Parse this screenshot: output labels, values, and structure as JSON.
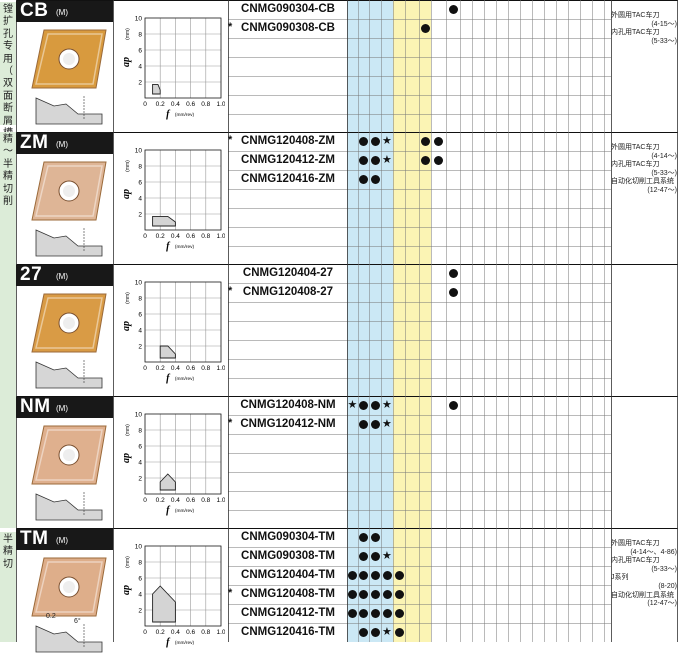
{
  "side_labels": [
    {
      "text": "镗扩孔专用（双面断屑槽）",
      "top": 2,
      "height": 123
    },
    {
      "text": "精～半精切削",
      "top": 132,
      "height": 396
    },
    {
      "text": "半精切",
      "top": 532,
      "height": 110
    }
  ],
  "chart_axis": {
    "ylabel": "ap",
    "yunit": "(mm)",
    "xlabel": "f",
    "xunit": "(mm/rev)",
    "yticks": [
      "2",
      "4",
      "6",
      "8",
      "10"
    ],
    "xticks": [
      "0",
      "0.2",
      "0.4",
      "0.6",
      "0.8",
      "1.0"
    ]
  },
  "sections": [
    {
      "code": "CB",
      "mark": "(M)",
      "insert_color": "#d89a3e",
      "models": [
        {
          "name": "CNMG090304-CB",
          "ast": "",
          "marks": [
            [
              "dot",
              7
            ]
          ],
          "tag": ""
        },
        {
          "name": "CNMG090308-CB",
          "ast": "*",
          "marks": [
            [
              "dot",
              5
            ]
          ],
          "tag": ""
        }
      ],
      "refs": [
        {
          "text": "外圆用TAC车刀",
          "align": "l"
        },
        {
          "text": "(4-15～)",
          "align": "r"
        },
        {
          "text": "内孔用TAC车刀",
          "align": "l"
        },
        {
          "text": "(5-33～)",
          "align": "r"
        }
      ],
      "area": [
        [
          0.1,
          1.7
        ],
        [
          0.1,
          0.5
        ],
        [
          0.2,
          0.5
        ],
        [
          0.2,
          1.0
        ],
        [
          0.17,
          1.7
        ]
      ]
    },
    {
      "code": "ZM",
      "mark": "(M)",
      "insert_color": "#deb596",
      "models": [
        {
          "name": "CNMG120408-ZM",
          "ast": "*",
          "marks": [
            [
              "dot",
              0
            ],
            [
              "dot",
              1
            ],
            [
              "star",
              2
            ],
            [
              "dot",
              5
            ],
            [
              "dot",
              6
            ]
          ],
          "tag": ""
        },
        {
          "name": "CNMG120412-ZM",
          "ast": "",
          "marks": [
            [
              "dot",
              0
            ],
            [
              "dot",
              1
            ],
            [
              "star",
              2
            ],
            [
              "dot",
              5
            ],
            [
              "dot",
              6
            ]
          ],
          "tag": ""
        },
        {
          "name": "CNMG120416-ZM",
          "ast": "",
          "marks": [
            [
              "dot",
              0
            ],
            [
              "dot",
              1
            ]
          ],
          "tag": ""
        }
      ],
      "refs": [
        {
          "text": "外圆用TAC车刀",
          "align": "l"
        },
        {
          "text": "(4-14～)",
          "align": "r"
        },
        {
          "text": "内孔用TAC车刀",
          "align": "l"
        },
        {
          "text": "(5-33～)",
          "align": "r"
        },
        {
          "text": "自动化切削工具系统",
          "align": "l"
        },
        {
          "text": "(12-47～)",
          "align": "r"
        }
      ],
      "area": [
        [
          0.1,
          1.7
        ],
        [
          0.1,
          0.5
        ],
        [
          0.4,
          0.5
        ],
        [
          0.4,
          1.0
        ],
        [
          0.3,
          1.7
        ]
      ]
    },
    {
      "code": "27",
      "mark": "(M)",
      "insert_color": "#d99b45",
      "models": [
        {
          "name": "CNMG120404-27",
          "ast": "",
          "marks": [
            [
              "dot",
              7
            ]
          ],
          "tag": ""
        },
        {
          "name": "CNMG120408-27",
          "ast": "*",
          "marks": [
            [
              "dot",
              7
            ]
          ],
          "tag": ""
        }
      ],
      "refs": [],
      "area": [
        [
          0.2,
          2.0
        ],
        [
          0.2,
          0.5
        ],
        [
          0.4,
          0.5
        ],
        [
          0.4,
          1.0
        ],
        [
          0.3,
          2.0
        ]
      ]
    },
    {
      "code": "NM",
      "mark": "(M)",
      "insert_color": "#dfb08e",
      "models": [
        {
          "name": "CNMG120408-NM",
          "ast": "",
          "marks": [
            [
              "star",
              -1
            ],
            [
              "dot",
              0
            ],
            [
              "dot",
              1
            ],
            [
              "star",
              2
            ],
            [
              "dot",
              7
            ]
          ],
          "tag": ""
        },
        {
          "name": "CNMG120412-NM",
          "ast": "*",
          "marks": [
            [
              "dot",
              0
            ],
            [
              "dot",
              1
            ],
            [
              "star",
              2
            ]
          ],
          "tag": ""
        }
      ],
      "refs": [],
      "area": [
        [
          0.2,
          1.5
        ],
        [
          0.2,
          0.5
        ],
        [
          0.4,
          0.5
        ],
        [
          0.4,
          1.5
        ],
        [
          0.3,
          2.5
        ]
      ]
    },
    {
      "code": "TM",
      "mark": "(M)",
      "insert_color": "#deae8a",
      "models": [
        {
          "name": "CNMG090304-TM",
          "ast": "",
          "marks": [
            [
              "dot",
              0
            ],
            [
              "dot",
              1
            ]
          ],
          "tag": ""
        },
        {
          "name": "CNMG090308-TM",
          "ast": "",
          "marks": [
            [
              "dot",
              0
            ],
            [
              "dot",
              1
            ],
            [
              "star",
              2
            ]
          ],
          "tag": ""
        },
        {
          "name": "CNMG120404-TM",
          "ast": "",
          "marks": [
            [
              "dot",
              -1
            ],
            [
              "dot",
              0
            ],
            [
              "dot",
              1
            ],
            [
              "dot",
              2
            ],
            [
              "dot",
              3
            ]
          ],
          "tag": ""
        },
        {
          "name": "CNMG120408-TM",
          "ast": "*",
          "marks": [
            [
              "dot",
              -1
            ],
            [
              "dot",
              0
            ],
            [
              "dot",
              1
            ],
            [
              "dot",
              2
            ],
            [
              "dot",
              3
            ]
          ],
          "tag": ""
        },
        {
          "name": "CNMG120412-TM",
          "ast": "",
          "marks": [
            [
              "dot",
              -1
            ],
            [
              "dot",
              0
            ],
            [
              "dot",
              1
            ],
            [
              "dot",
              2
            ],
            [
              "dot",
              3
            ]
          ],
          "tag": ""
        },
        {
          "name": "CNMG120416-TM",
          "ast": "",
          "marks": [
            [
              "dot",
              0
            ],
            [
              "dot",
              1
            ],
            [
              "star",
              2
            ],
            [
              "dot",
              3
            ]
          ],
          "tag": ""
        }
      ],
      "refs": [
        {
          "text": "外圆用TAC车刀",
          "align": "l"
        },
        {
          "text": "(4-14～、4-86)",
          "align": "r"
        },
        {
          "text": "内孔用TAC车刀",
          "align": "l"
        },
        {
          "text": "(5-33～)",
          "align": "r"
        },
        {
          "text": "J系列",
          "align": "l"
        },
        {
          "text": "(8-20)",
          "align": "r"
        },
        {
          "text": "自动化切削工具系统",
          "align": "l"
        },
        {
          "text": "(12-47～)",
          "align": "r"
        }
      ],
      "area": [
        [
          0.2,
          5.0
        ],
        [
          0.1,
          4.0
        ],
        [
          0.1,
          0.5
        ],
        [
          0.4,
          0.5
        ],
        [
          0.4,
          3.0
        ],
        [
          0.3,
          4.0
        ]
      ]
    }
  ],
  "tm_dims": {
    "d1": "0.2",
    "d2": "6°"
  }
}
